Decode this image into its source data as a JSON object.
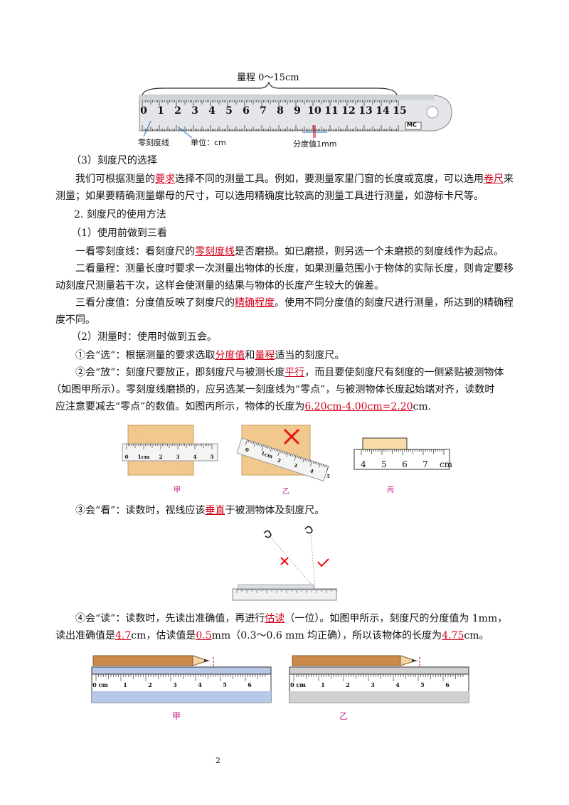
{
  "ruler_figure": {
    "range_label": "量程 0～15cm",
    "numbers": [
      "0",
      "1",
      "2",
      "3",
      "4",
      "5",
      "6",
      "7",
      "8",
      "9",
      "10",
      "11",
      "12",
      "13",
      "14",
      "15"
    ],
    "cm_unit": "cm",
    "brand": "MC",
    "zero_line_label": "零刻度线",
    "unit_label": "单位：cm",
    "division_label": "分度值1mm"
  },
  "section3_title": "（3）刻度尺的选择",
  "para_select": {
    "t1": "我们可根据测量的",
    "u1": "要求",
    "t2": "选择不同的测量工具。例如，要测量家里门窗的长度或宽度，可以选用",
    "u2": "卷尺",
    "t3": "来",
    "line2": "测量；如果要精确测量螺母的尺寸，可以选用精确度比较高的测量工具进行测量，如游标卡尺等。"
  },
  "heading2": "2. 刻度尺的使用方法",
  "sub1": "（1）使用前做到三看",
  "look1": {
    "t1": "一看零刻度线：看刻度尺的",
    "u1": "零刻度线",
    "t2": "是否磨损。如已磨损，则另选一个未磨损的刻度线作为起点。"
  },
  "look2": {
    "line1": "二看量程：测量长度时要求一次测量出物体的长度，如果测量范围小于物体的实际长度，则肯定要移",
    "line2": "动刻度尺测量若干次，这样会使测量的结果与物体的长度产生较大的偏差。"
  },
  "look3": {
    "t1": "三看分度值：分度值反映了刻度尺的",
    "u1": "精确程度",
    "t2": "。使用不同分度值的刻度尺进行测量，所达到的精确程",
    "line2": "度不同。"
  },
  "sub2": "（2）测量时：使用时做到五会。",
  "will1": {
    "t1": "①会“选”：根据测量的要求选取",
    "u1": "分度值",
    "t2": "和",
    "u2": "量程",
    "t3": "适当的刻度尺。"
  },
  "will2": {
    "t1": "②会“放”：刻度尺要放正，即刻度尺与被测长度",
    "u1": "平行",
    "t2": "，而且要使刻度尺有刻度的一侧紧贴被测物体",
    "line2": "（如图甲所示）。零刻度线磨损的，应另选某一刻度线为“零点”，与被测物体长度起始端对齐，读数时",
    "t3": "应注意要减去“零点”的数值。如图丙所示，物体的长度为",
    "u2": "6.20cm-4.00cm=2.20",
    "t4": "cm."
  },
  "fig_place": {
    "jia_label": "甲",
    "yi_label": "乙",
    "bing_label": "丙",
    "ticks_a": [
      "0",
      "1cm",
      "2",
      "3",
      "4",
      "5"
    ],
    "ticks_b": [
      "0",
      "1cm",
      "2",
      "3",
      "4",
      "5"
    ],
    "ticks_c": [
      "4",
      "5",
      "6",
      "7",
      "cm"
    ]
  },
  "will3": {
    "t1": "③会“看”：读数时，视线应该",
    "u1": "垂直",
    "t2": "于被测物体及刻度尺。"
  },
  "will4": {
    "t1": "④会“读”：读数时，先读出准确值，再进行",
    "u1": "估读",
    "t2": "（一位）。如图甲所示，刻度尺的分度值为 1mm，",
    "t3": "读出准确值是",
    "u2": "4.7",
    "t4": "cm，估读值是",
    "u3": "0.5",
    "t5": "mm（0.3～0.6 mm 均正确），所以该物体的长度为",
    "u4": "4.75",
    "t6": "cm。"
  },
  "fig_read": {
    "jia_label": "甲",
    "yi_label": "乙",
    "ticks": [
      "0 cm",
      "1",
      "2",
      "3",
      "4",
      "5",
      "6"
    ]
  },
  "page_number": "2"
}
